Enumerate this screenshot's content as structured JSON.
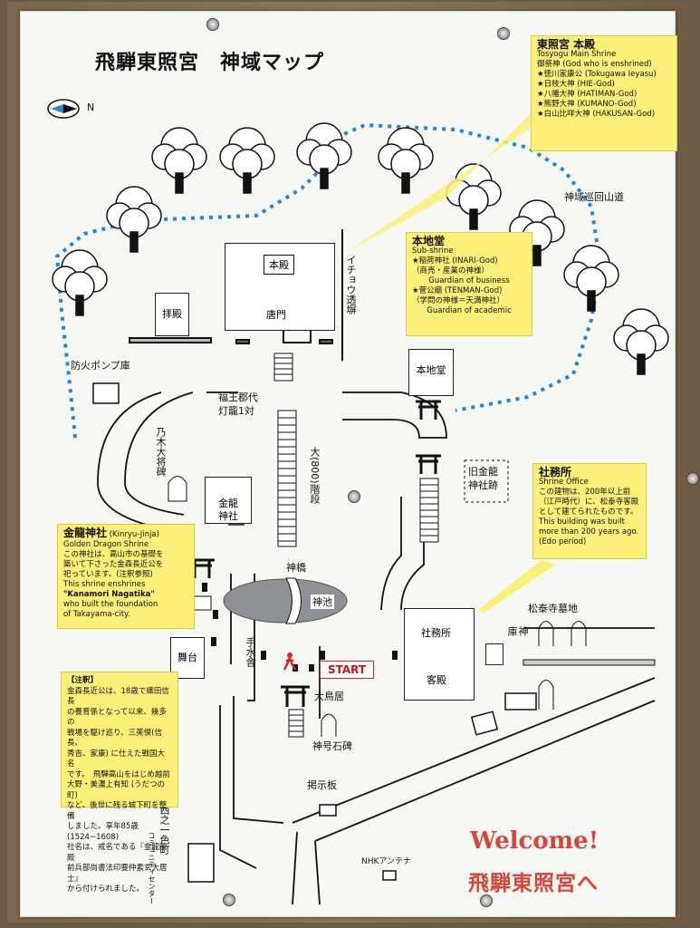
{
  "title": "飛騨東照宮　神域マップ",
  "compass": {
    "label": "N"
  },
  "path_label": "神域巡回山道",
  "buildings": {
    "honden": "本殿",
    "karamon": "唐門",
    "haiden": "拝殿",
    "honjido": "本地堂",
    "kinryu": "金龍\n神社",
    "old_kinryu": "旧金龍\n神社跡",
    "butai": "舞台",
    "shamusho": "社務所",
    "kyakuden": "客殿",
    "shinko": "神\n庫",
    "bonfire": "防火ポンプ庫"
  },
  "labels": {
    "icho": "イチョウ透塀",
    "lantern": "福王郡代\n灯籠1対",
    "nogi": "乃木大将碑",
    "stairs": "大(800)階段",
    "shinkyo": "神橋",
    "shinchi": "神池",
    "temizu": "手水舎",
    "otorii": "大鳥居",
    "shingo": "神号石碑",
    "keiji": "掲示板",
    "matsudaira": "松泰寺墓地",
    "nhk": "NHKアンテナ",
    "nishi": "西之一色町",
    "commu": "コミュニティセンター"
  },
  "start_label": "START",
  "notes": {
    "toshogu": {
      "heading": "東照宮 本殿",
      "english": "Tosyogu Main Shrine",
      "lines": [
        "御祭神 (God who is enshrined)",
        "★徳川家康公 (Tokugawa Ieyasu)",
        "★日枝大神 (HIE-God)",
        "★八幡大神 (HATIMAN-God)",
        "★熊野大神 (KUMANO-God)",
        "★白山比咩大神 (HAKUSAN-God)"
      ]
    },
    "honjido": {
      "heading": "本地堂",
      "english": "Sub-shrine",
      "lines": [
        "★稲荷神社 (INARI-God)",
        "（商売・産業の神様）",
        "Guardian of business",
        "★菅公廟 (TENMAN-God)",
        "（学問の神様＝天満神社）",
        "Guardian of academic"
      ]
    },
    "shamusho": {
      "heading": "社務所",
      "english": "Shrine Office",
      "lines": [
        "この建物は、200年以上前",
        "（江戸時代）に、松泰寺客殿",
        "として建てられたものです。",
        "This building was built",
        "more than 200 years ago.",
        "(Edo period)"
      ]
    },
    "kinryu": {
      "heading": "金龍神社",
      "english_inline": "(Kinryu-Jinja)",
      "english": "Golden Dragon Shrine",
      "lines": [
        "この神社は、高山市の基礎を",
        "築いて下さった金森長近公を",
        "祀っています。(注釈参照)",
        "This shrine enshrines",
        "\"Kanamori Nagatika\"",
        "who built the foundation",
        "of Takayama-city."
      ]
    },
    "chushaku": {
      "heading": "【注釈】",
      "lines": [
        "金森長近公は、18歳で織田信長",
        "の養育係となって以来、幾多の",
        "戦場を駆け巡り、三英傑(信長、",
        "秀吉、家康) に仕えた戦国大名",
        "です。　飛騨高山をはじめ越前",
        "大野・美濃上有知 (うだつの町)",
        "など、後世に残る城下町を整備",
        "しました。享年85歳 (1524~1608)",
        "社名は、戒名である『金龍院殿",
        "前兵部尚書法印要仲素玄大居士』",
        "から付けられました。"
      ]
    }
  },
  "welcome": {
    "en": "Welcome!",
    "jp": "飛騨東照宮へ"
  },
  "colors": {
    "note_bg": "#fbf07a",
    "path_dots": "#2a86c9",
    "start_red": "#cc1111",
    "pond": "#8e9296"
  }
}
